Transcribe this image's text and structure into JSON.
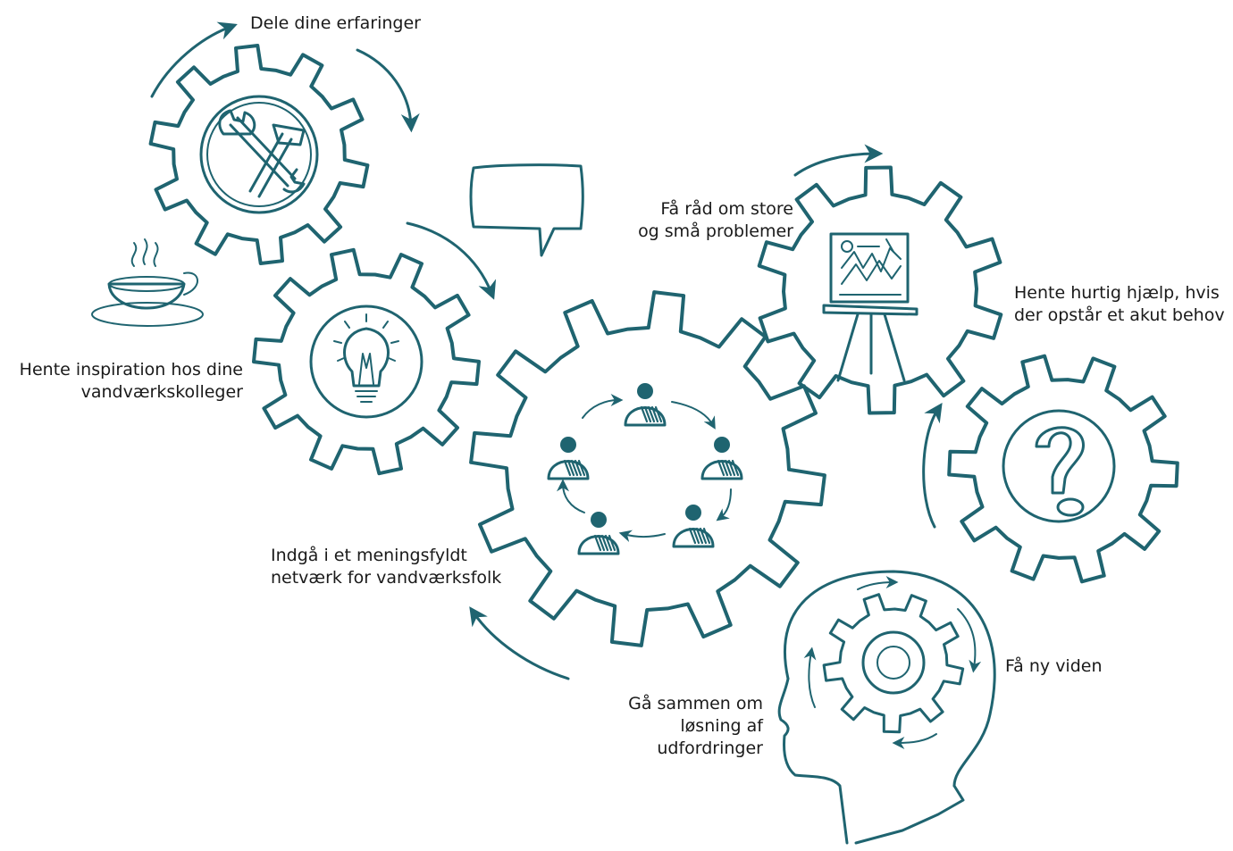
{
  "colors": {
    "ink": "#1f6470",
    "text": "#1a1a1a",
    "background": "#ffffff"
  },
  "labels": {
    "dele": "Dele dine erfaringer",
    "raad": [
      "Få råd om store",
      "og små problemer"
    ],
    "hjaelp": [
      "Hente hurtig hjælp, hvis",
      "der opstår et akut behov"
    ],
    "inspiration": [
      "Hente inspiration hos dine",
      "vandværkskolleger"
    ],
    "netvaerk": [
      "Indgå i et meningsfyldt",
      "netværk for vandværksfolk"
    ],
    "viden": "Få ny viden",
    "sammen": [
      "Gå sammen om",
      "løsning af",
      "udfordringer"
    ]
  },
  "icons": {
    "gear_tools": "hammer-wrench-icon",
    "gear_idea": "lightbulb-icon",
    "gear_network": "people-cycle-icon",
    "gear_chart": "chart-easel-icon",
    "gear_question": "question-mark-icon",
    "head": "head-gear-icon",
    "cup": "coffee-cup-icon",
    "bubble": "speech-bubble-icon"
  }
}
